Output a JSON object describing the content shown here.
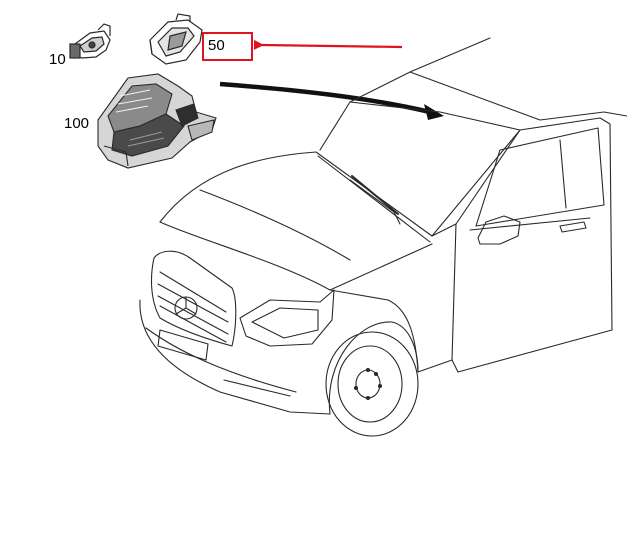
{
  "diagram": {
    "callouts": [
      {
        "id": "10",
        "label": "10"
      },
      {
        "id": "50",
        "label": "50"
      },
      {
        "id": "100",
        "label": "100"
      }
    ],
    "highlight_color": "#e0141e",
    "line_color": "#2a2a2a",
    "icons": [
      "sensor-bracket-icon",
      "camera-housing-icon",
      "camera-module-icon",
      "car-outline-icon",
      "leader-arrow-icon",
      "highlight-arrow-icon"
    ]
  }
}
